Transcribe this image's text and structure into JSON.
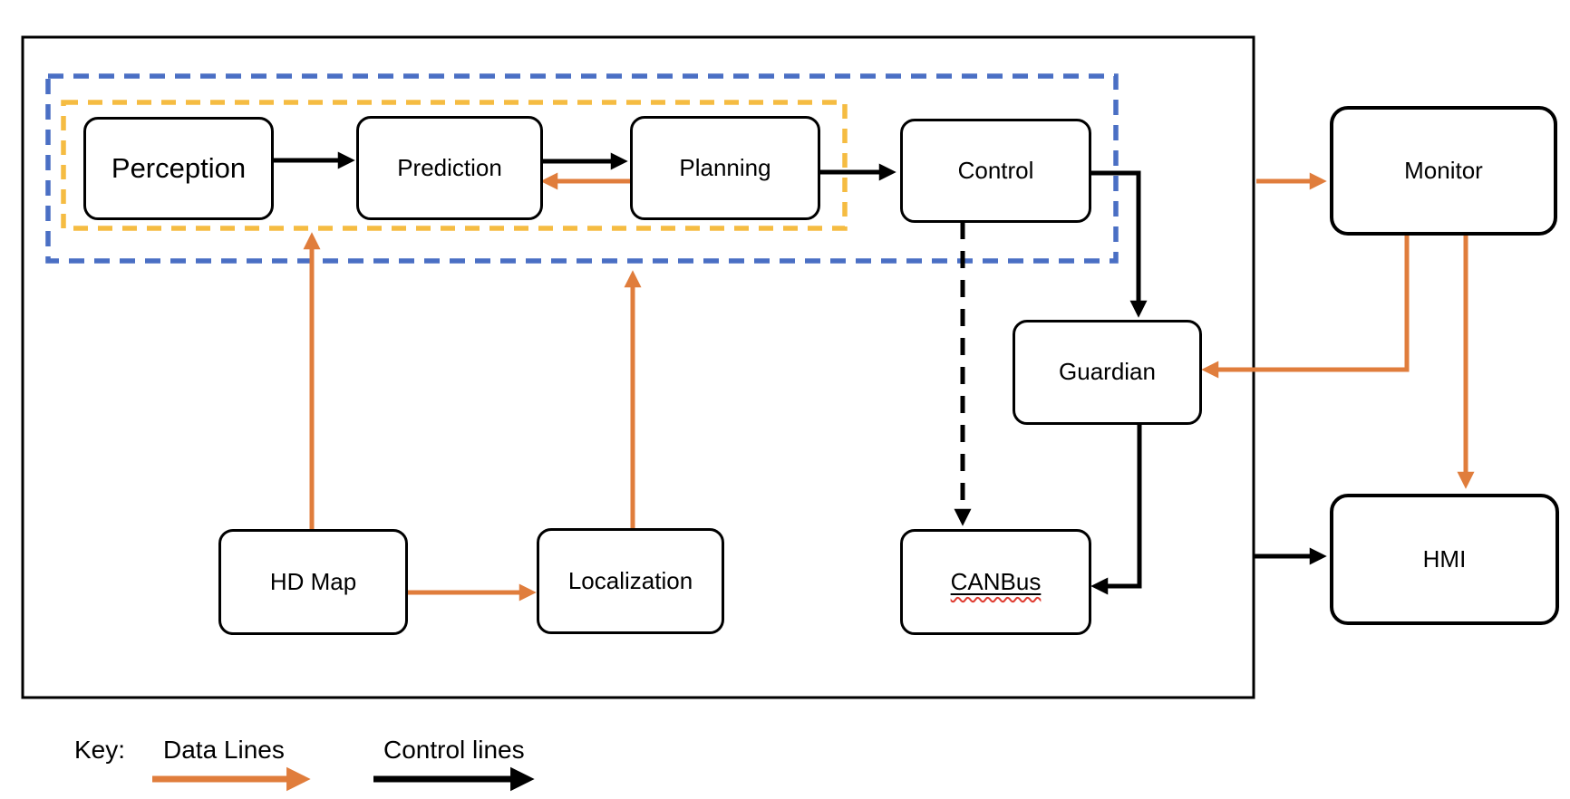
{
  "title": "Autonomous driving system architecture diagram",
  "colors": {
    "data_line_color": "#E07D3C",
    "control_line_color": "#000000",
    "autonomy_outline_color": "#4A6FC4",
    "pipeline_outline_color": "#F5BC42",
    "node_border_color": "#000000",
    "spellcheck_color": "#E03C31",
    "bg_color": "#FFFFFF"
  },
  "nodes": {
    "perception": "Perception",
    "prediction": "Prediction",
    "planning": "Planning",
    "control": "Control",
    "monitor": "Monitor",
    "guardian": "Guardian",
    "hd_map": "HD Map",
    "localization": "Localization",
    "canbus": "CANBus",
    "hmi": "HMI"
  },
  "groups": {
    "vehicle_system_box": "unlabeled solid black rectangle enclosing all modules except Monitor and HMI",
    "autonomy_group_box": "unlabeled blue dashed rectangle around Perception, Prediction, Planning, Control",
    "pipeline_group_box": "unlabeled yellow dashed rectangle around Perception, Prediction, Planning"
  },
  "edges": [
    {
      "from": "Perception",
      "to": "Prediction",
      "type": "control",
      "style": "solid"
    },
    {
      "from": "Prediction",
      "to": "Planning",
      "type": "control",
      "style": "solid"
    },
    {
      "from": "Planning",
      "to": "Prediction",
      "type": "data",
      "style": "solid"
    },
    {
      "from": "Planning",
      "to": "Control",
      "type": "control",
      "style": "solid"
    },
    {
      "from": "Control",
      "to": "Guardian",
      "type": "control",
      "style": "solid"
    },
    {
      "from": "Control",
      "to": "CANBus",
      "type": "control",
      "style": "dashed"
    },
    {
      "from": "Guardian",
      "to": "CANBus",
      "type": "control",
      "style": "solid"
    },
    {
      "from": "HD Map",
      "to": "pipeline group (up into dashed box)",
      "type": "data",
      "style": "solid"
    },
    {
      "from": "HD Map",
      "to": "Localization",
      "type": "data",
      "style": "solid"
    },
    {
      "from": "Localization",
      "to": "autonomy group (up into dashed box)",
      "type": "data",
      "style": "solid"
    },
    {
      "from": "vehicle system box",
      "to": "Monitor",
      "type": "data",
      "style": "solid"
    },
    {
      "from": "Monitor",
      "to": "Guardian",
      "type": "data",
      "style": "solid"
    },
    {
      "from": "Monitor",
      "to": "HMI",
      "type": "data",
      "style": "solid"
    },
    {
      "from": "vehicle system box",
      "to": "HMI",
      "type": "control",
      "style": "solid"
    }
  ],
  "key": {
    "title": "Key:",
    "data_label": "Data Lines",
    "control_label": "Control lines"
  }
}
